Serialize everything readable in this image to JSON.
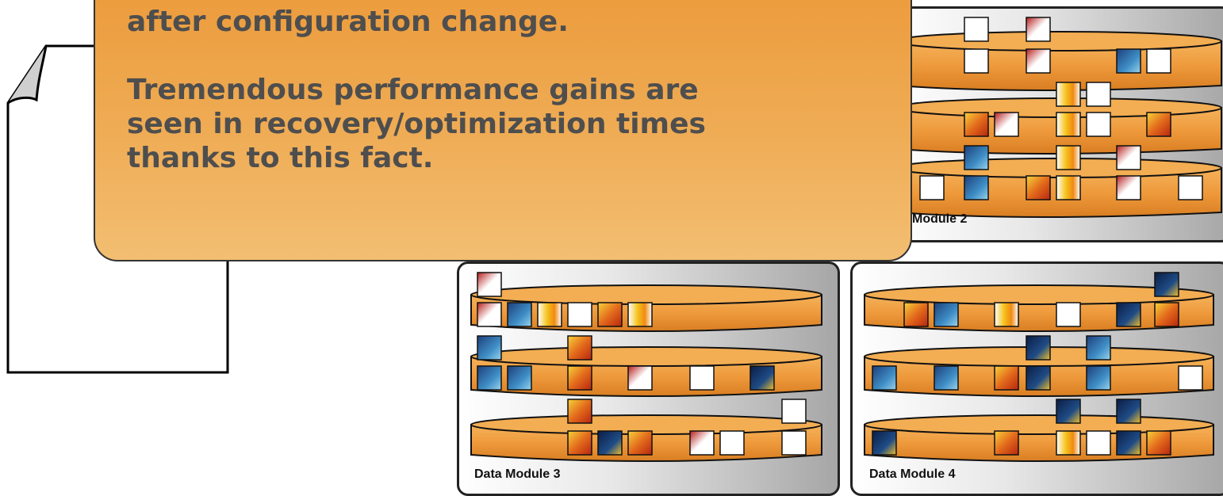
{
  "callout": {
    "line_top": "after configuration change.",
    "body": "Tremendous performance gains are\nseen in recovery/optimization times\nthanks to this fact."
  },
  "modules": [
    {
      "id": "module-2",
      "label": "Module 2"
    },
    {
      "id": "module-3",
      "label": "Data Module 3"
    },
    {
      "id": "module-4",
      "label": "Data Module 4"
    }
  ],
  "colors": {
    "disk_orange": "#ee9a3c",
    "callout_orange": "#ef a64b",
    "module_border": "#222222",
    "callout_text": "#4e4e4e"
  }
}
